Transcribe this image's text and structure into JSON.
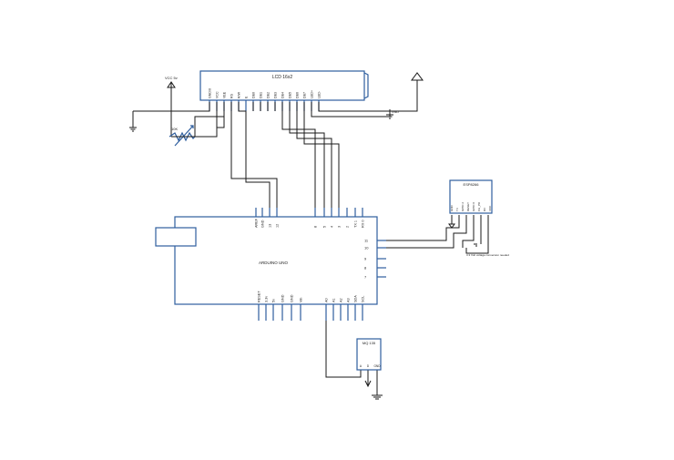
{
  "lcd": {
    "title": "LCD 16x2",
    "pins": [
      "GND/0",
      "VCC",
      "VEE",
      "RS",
      "R/W",
      "E",
      "DB0",
      "DB1",
      "DB2",
      "DB3",
      "DB4",
      "DB5",
      "DB6",
      "DB7",
      "LED+",
      "LED-"
    ]
  },
  "labels": {
    "vcc": "VCC 5v",
    "pot": "10K",
    "gnd": "GND",
    "esp_note": "3.3 Vdc voltage conversion needed"
  },
  "esp": {
    "title": "ESP8266",
    "pins": [
      "GND",
      "TX",
      "GPIO 2",
      "RESET",
      "GPIO 0",
      "CH_PD",
      "RX",
      "VCC"
    ]
  },
  "arduino": {
    "title": "ARDUINO UNO",
    "top_pins": [
      "AREF",
      "GND",
      "13",
      "12",
      "8",
      "5",
      "4",
      "3",
      "2",
      "TX 1",
      "RX 0"
    ],
    "right_pins": [
      "11",
      "10",
      "9",
      "8",
      "7"
    ],
    "bottom_pins": [
      "RESET",
      "3.3v",
      "5v",
      "GND",
      "GND",
      "Vin",
      "A0",
      "A1",
      "A2",
      "A3",
      "SDA",
      "SCL"
    ]
  },
  "sensor": {
    "title": "MQ 135",
    "pins": [
      "A",
      "D",
      "GND"
    ]
  }
}
